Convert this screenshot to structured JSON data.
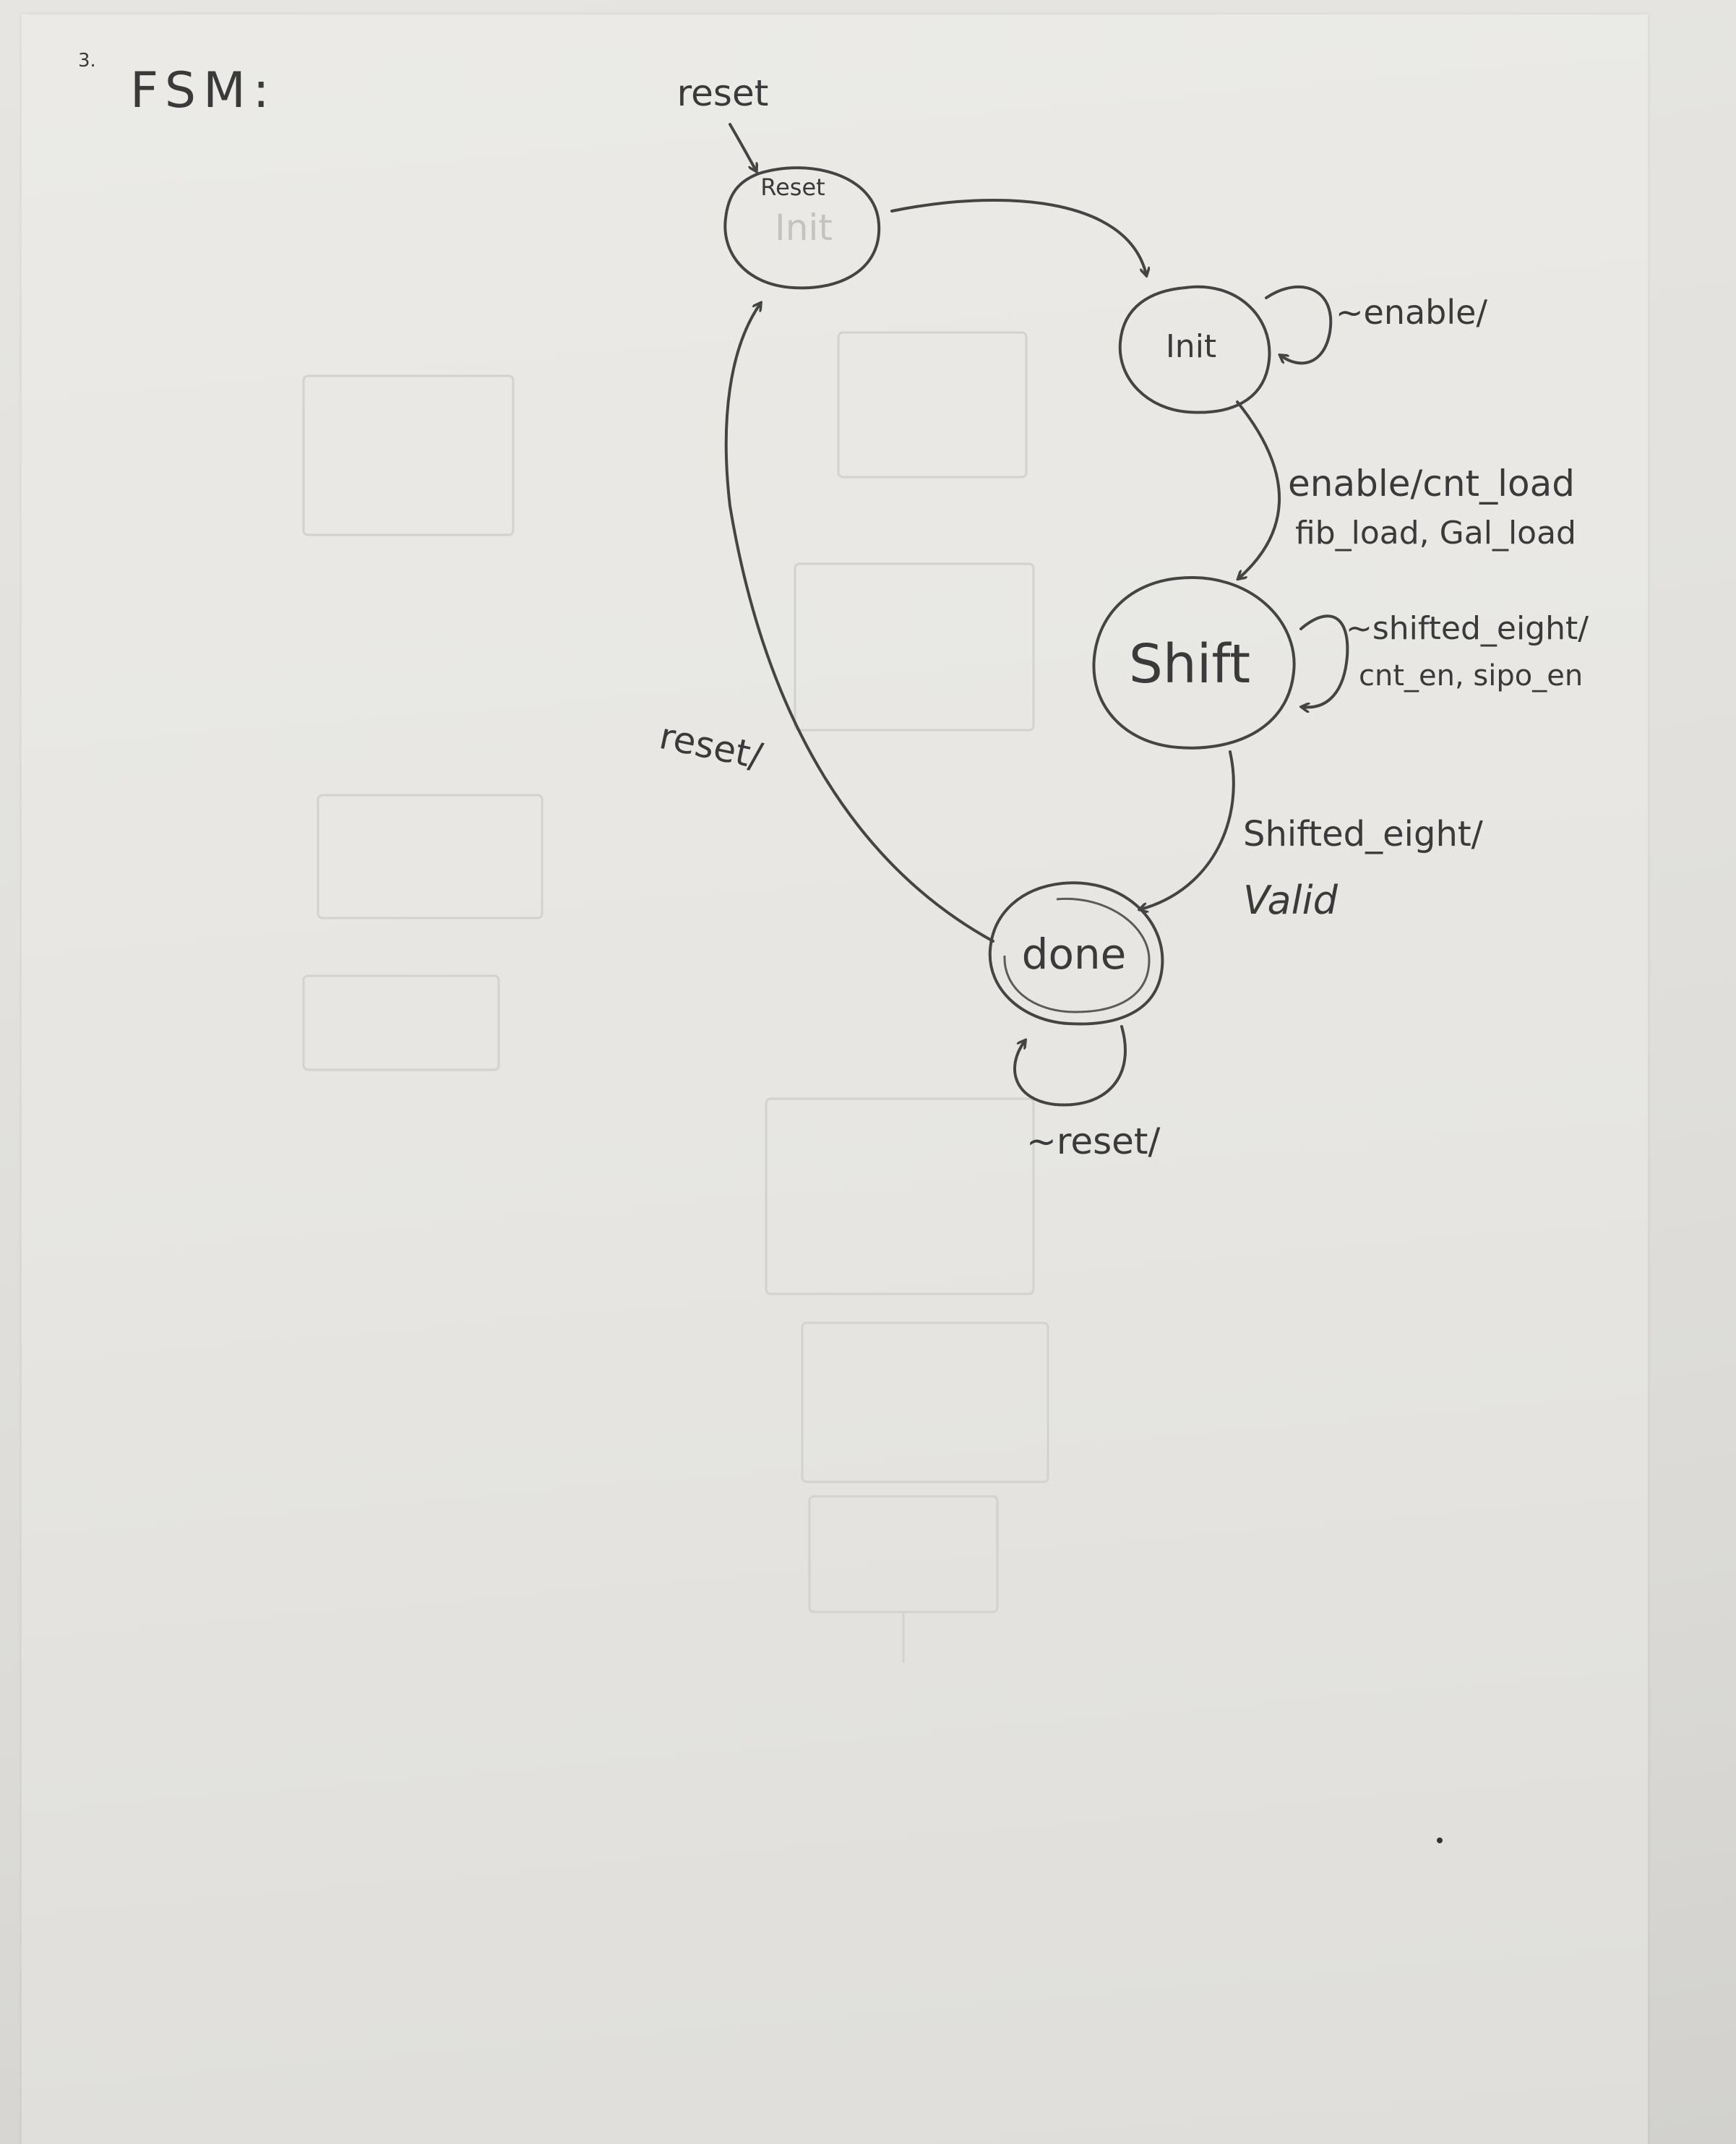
{
  "page": {
    "question_number": "3.",
    "heading": "FSM:"
  },
  "states": {
    "reset": {
      "label": "Reset",
      "crossed_out": "Init"
    },
    "init": {
      "label": "Init"
    },
    "shift": {
      "label": "Shift"
    },
    "done": {
      "label": "done"
    }
  },
  "transitions": {
    "entry": {
      "label": "reset"
    },
    "reset_to_init": {
      "label": ""
    },
    "init_self": {
      "label": "~enable/"
    },
    "init_to_shift": {
      "line1": "enable/cnt_load",
      "line2": "fib_load, Gal_load"
    },
    "shift_self": {
      "line1": "~shifted_eight/",
      "line2": "cnt_en, sipo_en"
    },
    "shift_to_done": {
      "line1": "Shifted_eight/",
      "line2": "Valid"
    },
    "done_self": {
      "label": "~reset/"
    },
    "done_to_reset": {
      "label": "reset/"
    }
  },
  "colors": {
    "ink": "#444444",
    "paper": "#e9e8e4",
    "bleed_through": "#c4c3bf"
  }
}
